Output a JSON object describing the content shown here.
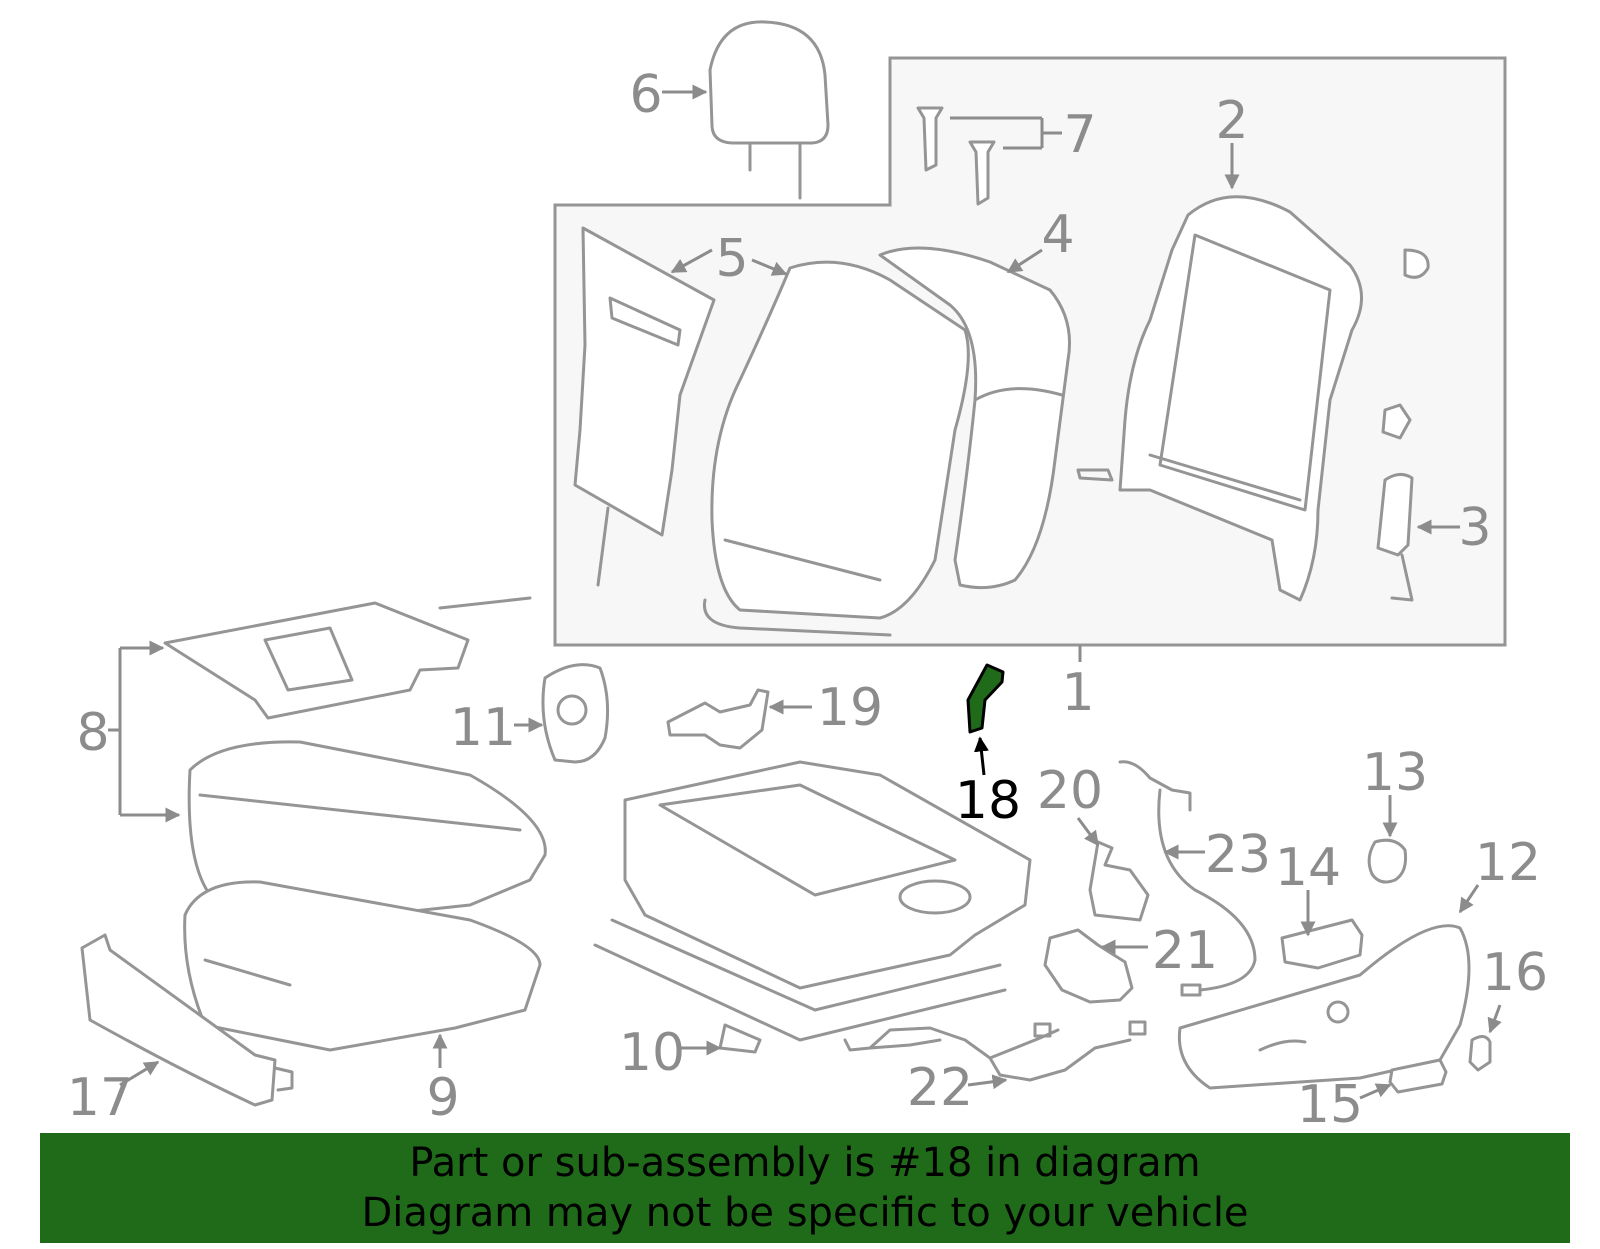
{
  "colors": {
    "line": "#959595",
    "label": "#8c8c8c",
    "highlight_part": "#1f6b1a",
    "highlight_label": "#000000",
    "banner_bg": "#1f6b1a",
    "banner_text": "#000000",
    "box_fill": "#f7f7f7"
  },
  "callouts": {
    "c1": "1",
    "c2": "2",
    "c3": "3",
    "c4": "4",
    "c5": "5",
    "c6": "6",
    "c7": "7",
    "c8": "8",
    "c9": "9",
    "c10": "10",
    "c11": "11",
    "c12": "12",
    "c13": "13",
    "c14": "14",
    "c15": "15",
    "c16": "16",
    "c17": "17",
    "c18": "18",
    "c19": "19",
    "c20": "20",
    "c21": "21",
    "c22": "22",
    "c23": "23"
  },
  "highlighted_part": "18",
  "banner": {
    "line1": "Part or sub-assembly is #18 in diagram",
    "line2": "Diagram may not be specific to your vehicle"
  }
}
